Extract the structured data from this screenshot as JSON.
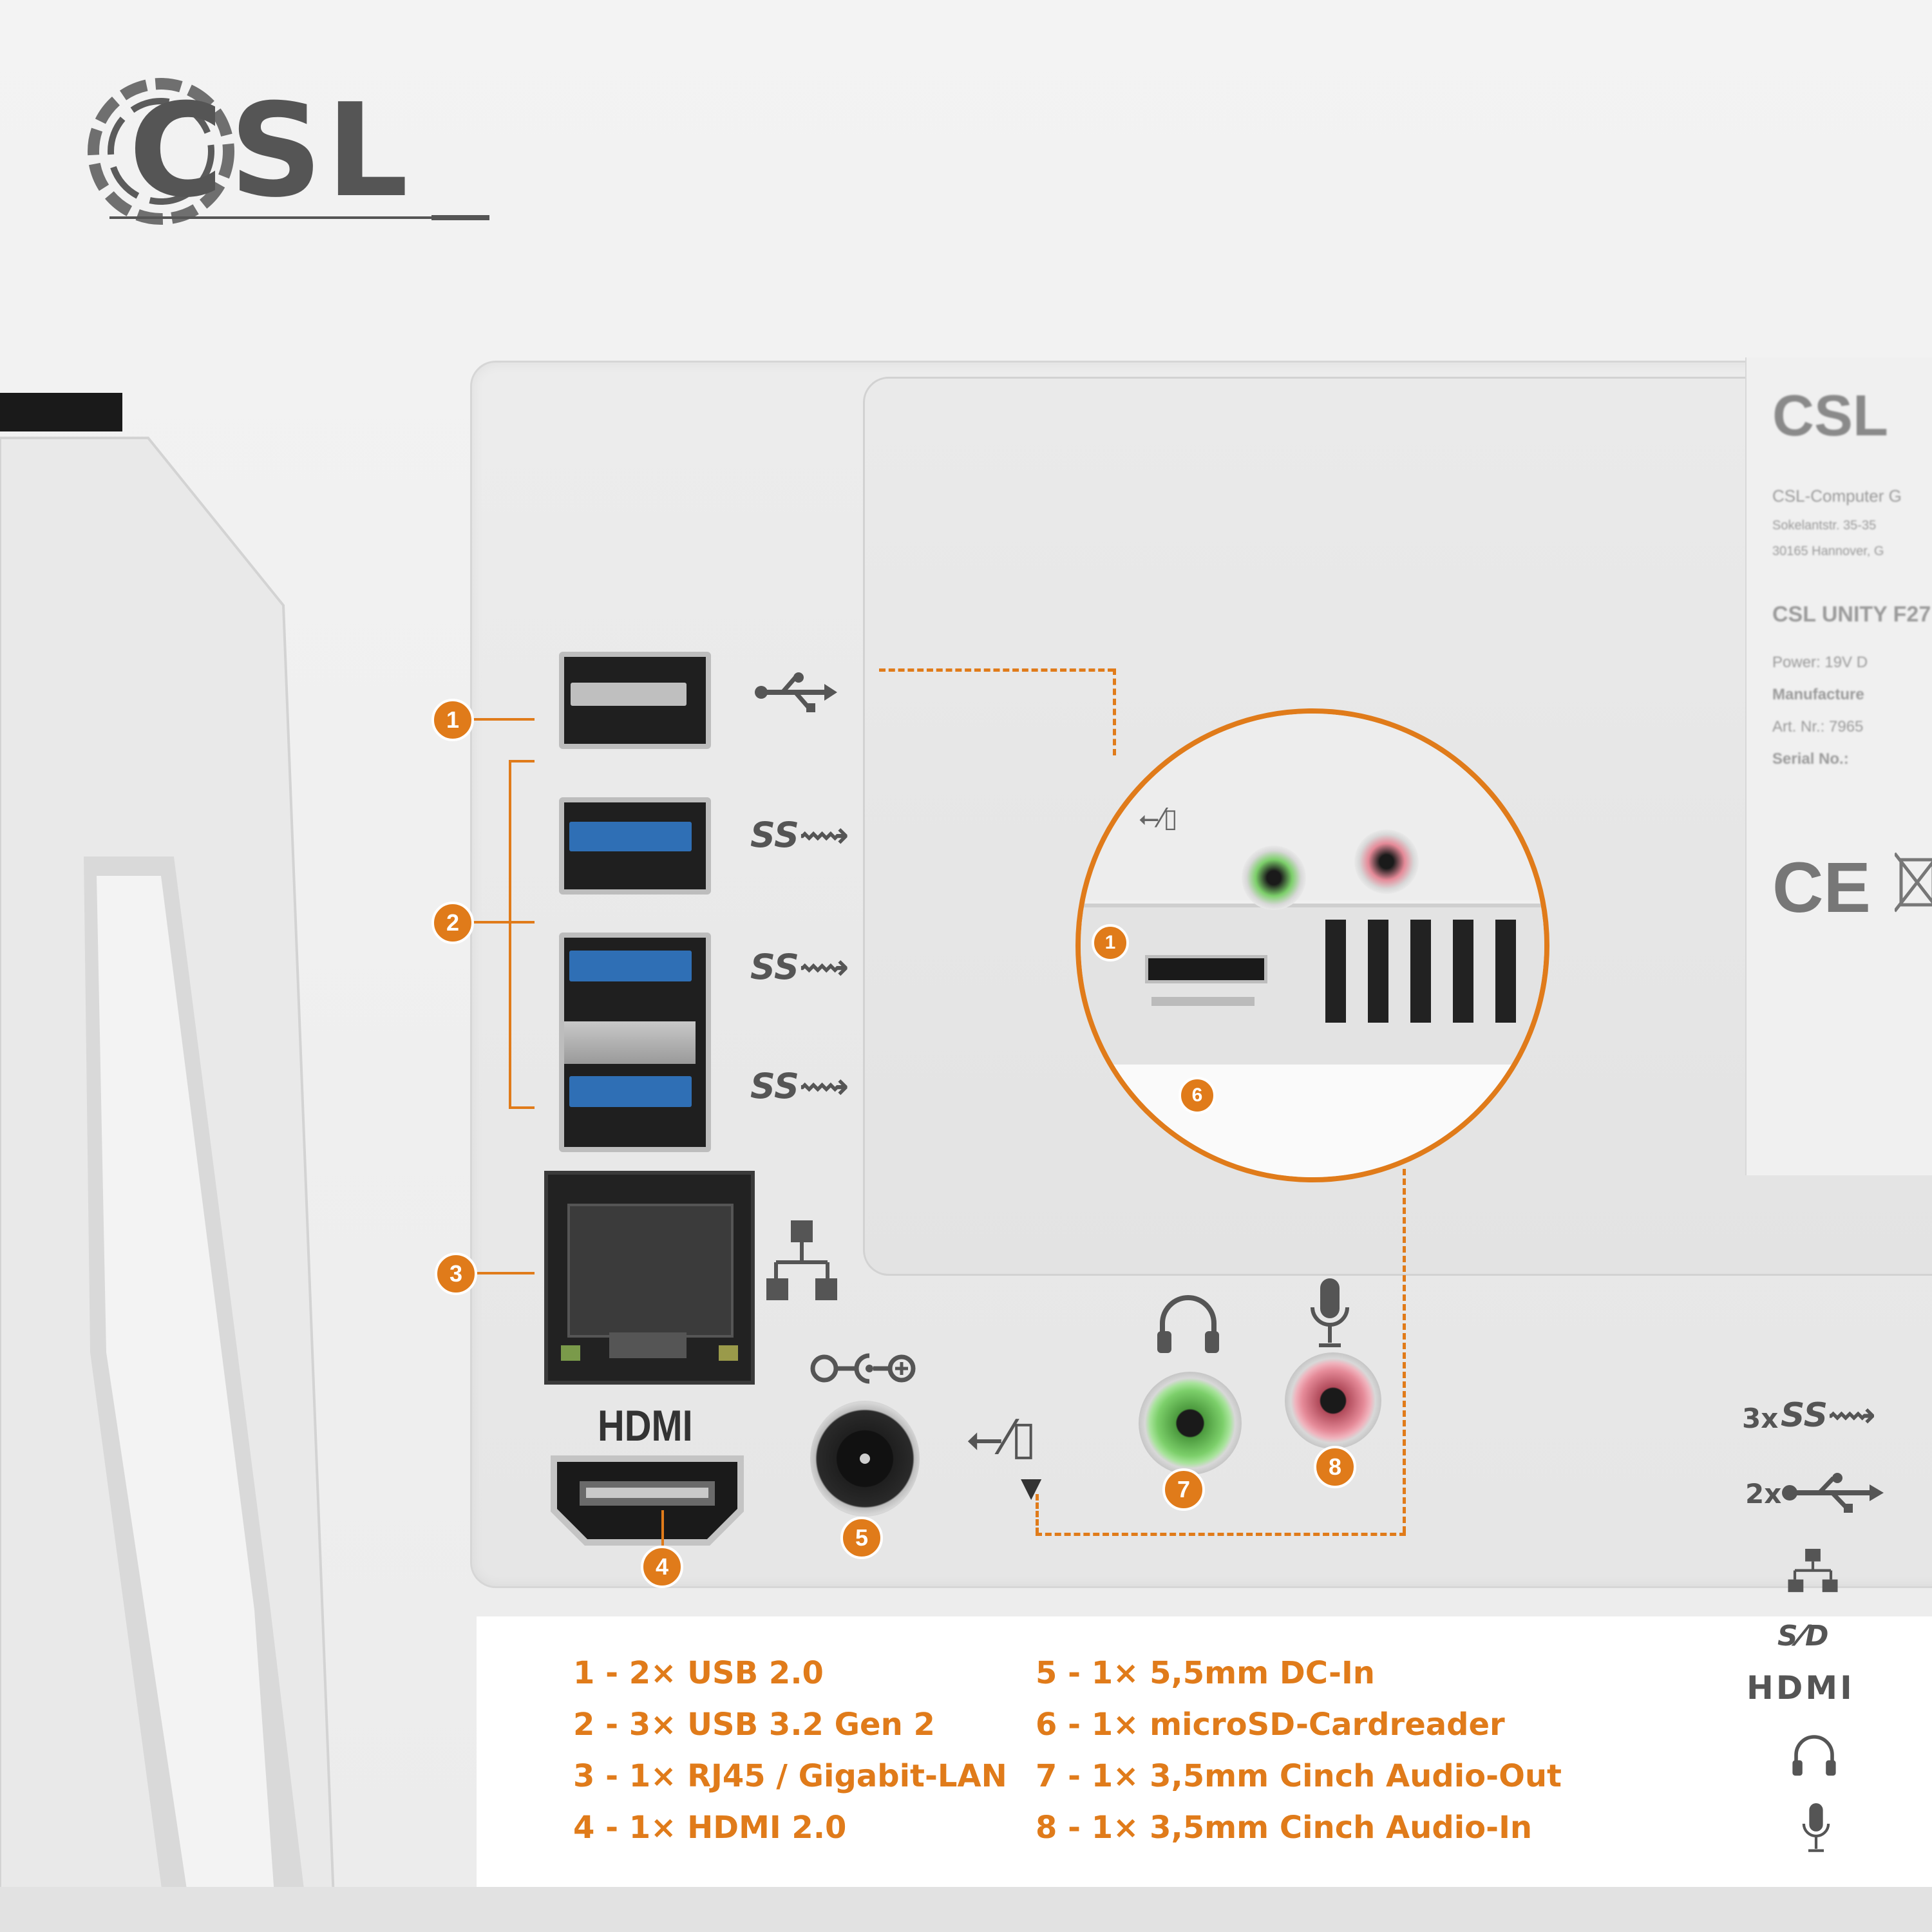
{
  "brand": {
    "logo_text": "CSL"
  },
  "ports": {
    "hdmi_label": "HDMI",
    "badges": [
      "1",
      "2",
      "3",
      "4",
      "5",
      "6",
      "7",
      "8"
    ]
  },
  "legend": {
    "left": [
      "1 - 2× USB 2.0",
      "2 - 3× USB 3.2 Gen 2",
      "3 - 1× RJ45 / Gigabit-LAN",
      "4 - 1× HDMI 2.0"
    ],
    "right": [
      "5 - 1× 5,5mm DC-In",
      "6 - 1× microSD-Cardreader",
      "7 - 1× 3,5mm Cinch Audio-Out",
      "8 - 1× 3,5mm Cinch Audio-In"
    ]
  },
  "side_icons": {
    "usb3_count": "3x",
    "usb2_count": "2x",
    "hdmi_logo": "HDMI"
  },
  "rating_label": {
    "logo_text": "CSL",
    "lines": [
      "CSL-Computer G",
      "Sokelantstr. 35-35",
      "30165 Hannover, G",
      "CSL UNITY F27",
      "Power: 19V D",
      "Manufacture",
      "Art. Nr.: 7965",
      "Serial No.:"
    ],
    "ce_mark": "CE"
  },
  "colors": {
    "accent": "#e07b1a",
    "audio_out": "#7ccf6a",
    "audio_in": "#e58a98",
    "usb3": "#2f6fb5"
  }
}
